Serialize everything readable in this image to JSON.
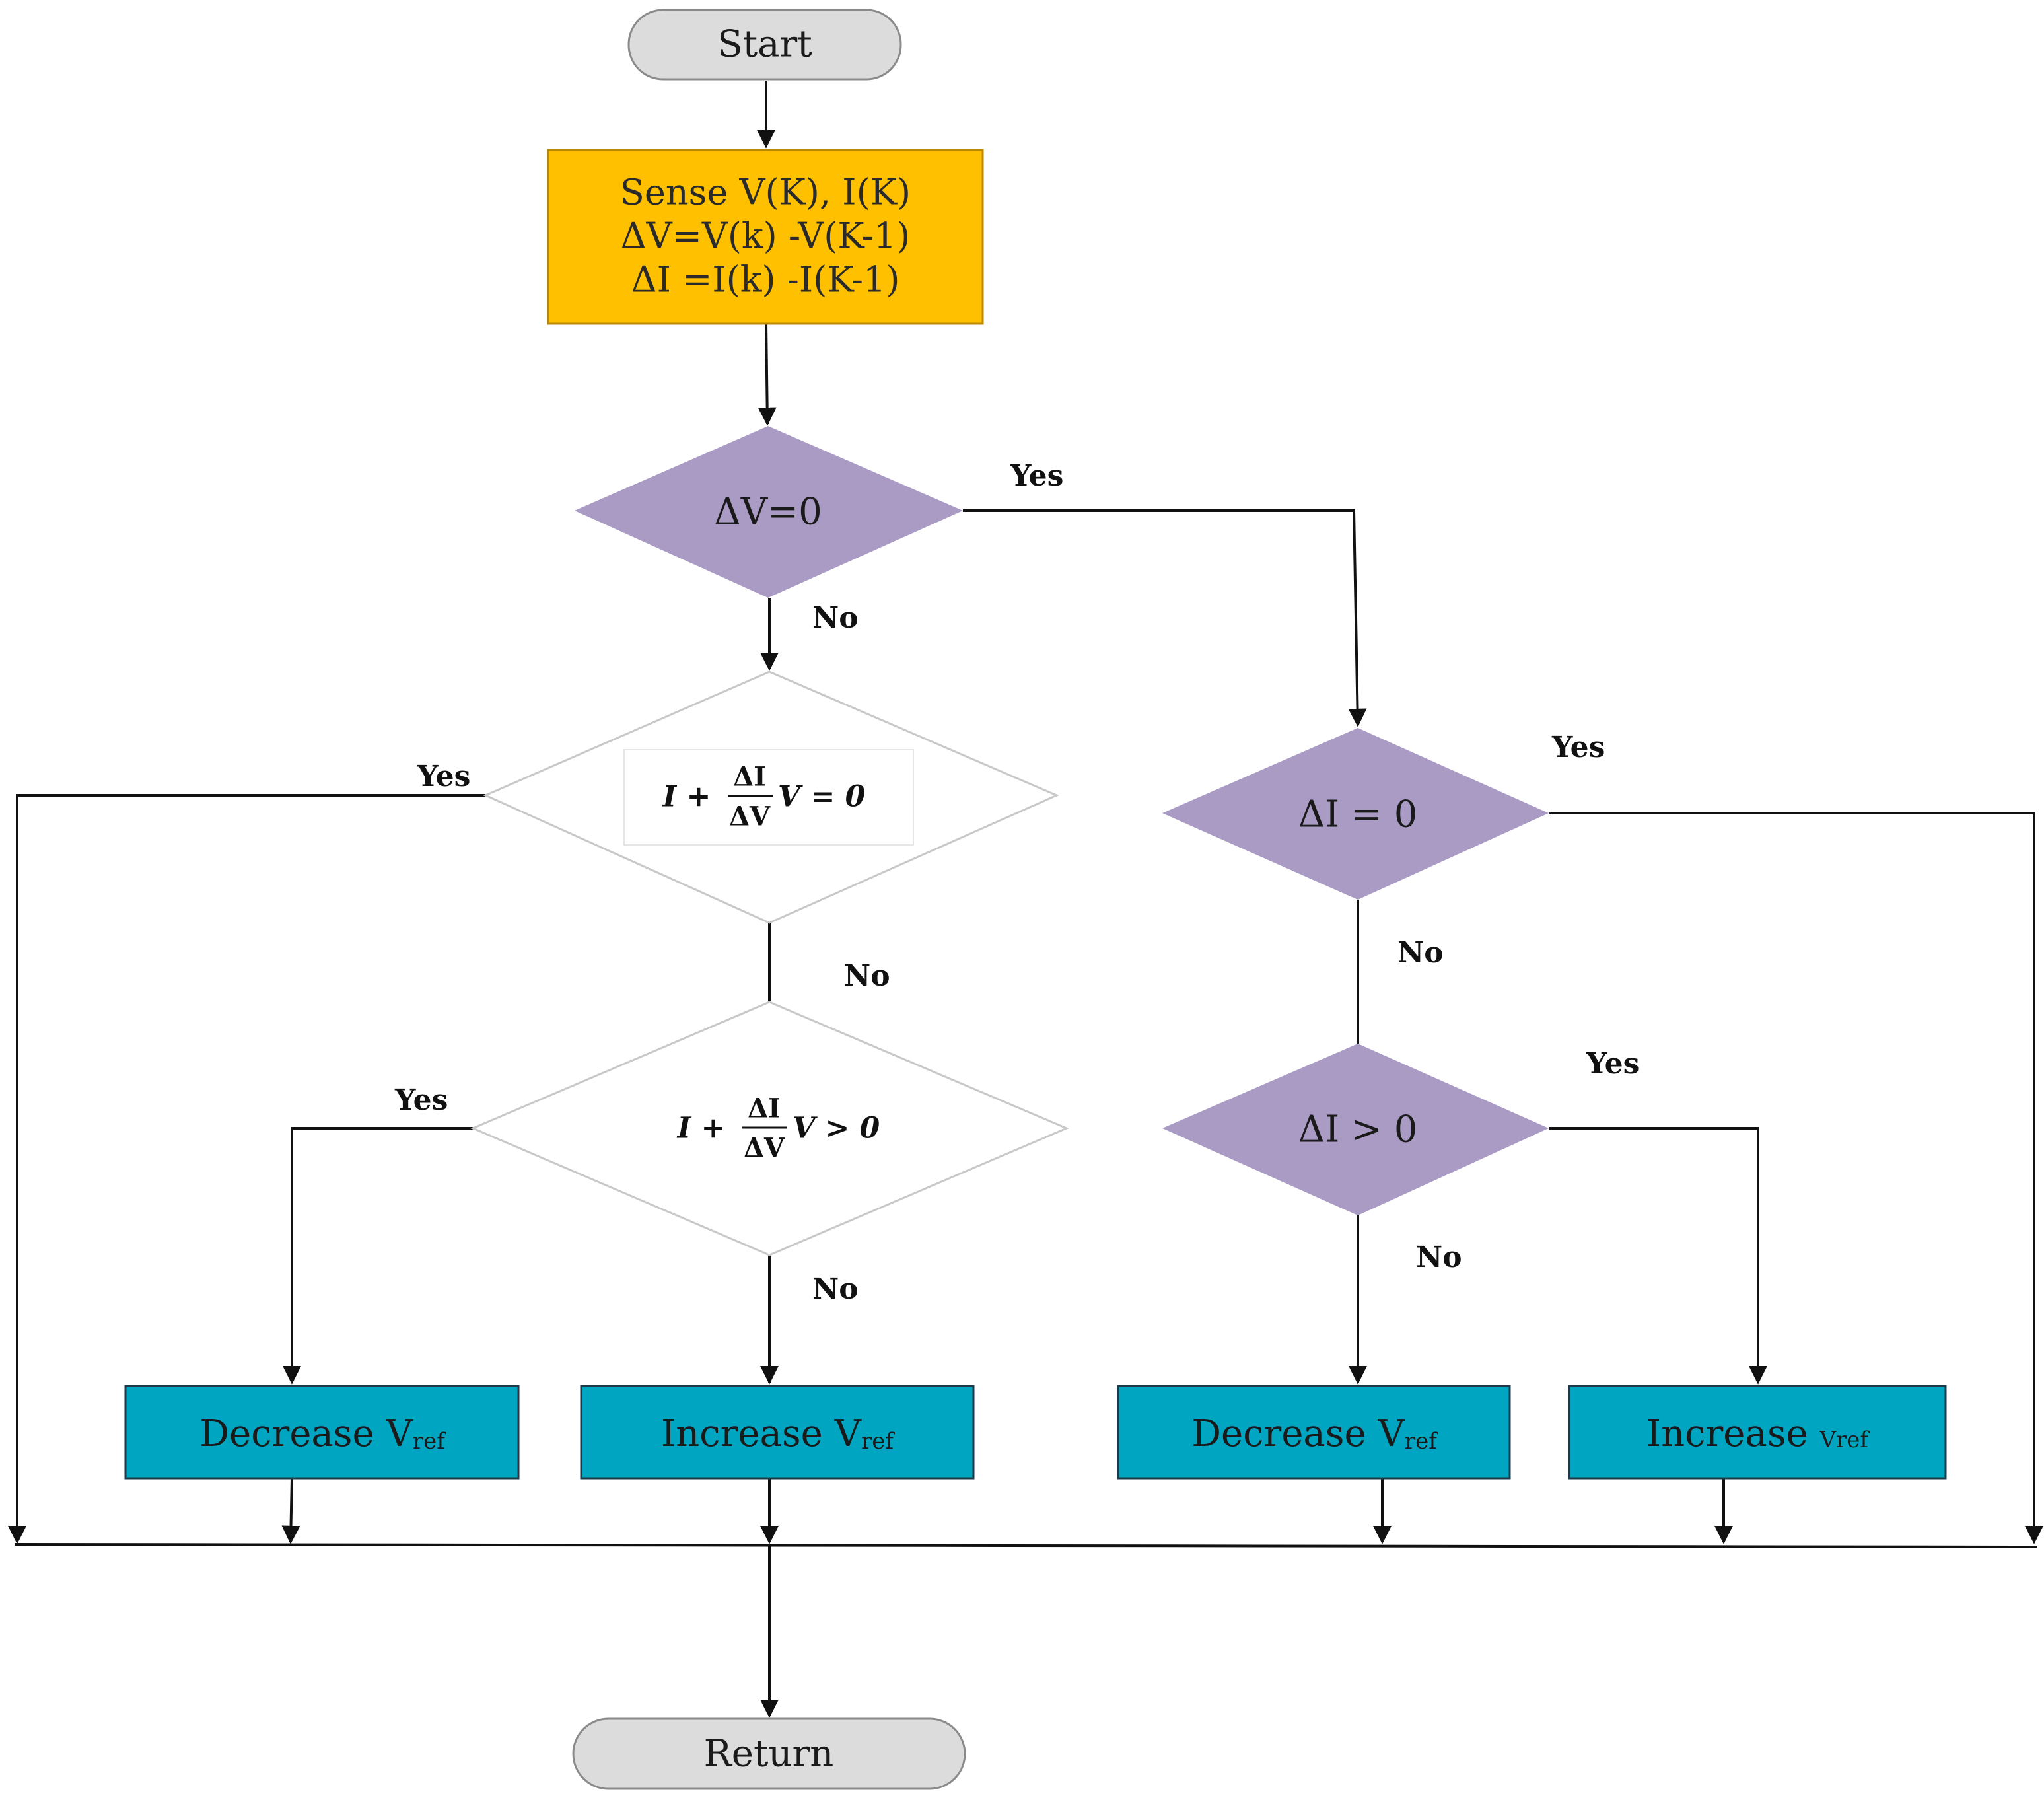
{
  "colors": {
    "terminal_fill": "#dcdcdc",
    "process_fill": "#ffc000",
    "decision_fill": "#a99bc4",
    "decision_plain_fill": "#ffffff",
    "action_fill": "#00a5c2",
    "line": "#111111"
  },
  "nodes": {
    "start": "Start",
    "sense": {
      "line1": "Sense V(K), I(K)",
      "line2": "ΔV=V(k) -V(K-1)",
      "line3": "ΔI =I(k) -I(K-1)"
    },
    "dv_zero": "ΔV=0",
    "cond1": {
      "pre": "I + ",
      "num": "ΔI",
      "den": "ΔV",
      "post": "V = 0"
    },
    "cond2": {
      "pre": "I + ",
      "num": "ΔI",
      "den": "ΔV",
      "post": "V > 0"
    },
    "di_zero": "ΔI = 0",
    "di_pos": "ΔI > 0",
    "dec1": {
      "main": "Decrease V",
      "sub": "ref"
    },
    "inc1": {
      "main": "Increase V",
      "sub": "ref"
    },
    "dec2": {
      "main": "Decrease V",
      "sub": "ref"
    },
    "inc2": {
      "main": "Increase ",
      "sub": "Vref"
    },
    "return": "Return"
  },
  "edge_labels": {
    "dv_yes": "Yes",
    "dv_no": "No",
    "cond1_yes": "Yes",
    "cond1_no": "No",
    "cond2_yes": "Yes",
    "cond2_no": "No",
    "di_zero_yes": "Yes",
    "di_zero_no": "No",
    "di_pos_yes": "Yes",
    "di_pos_no": "No"
  }
}
